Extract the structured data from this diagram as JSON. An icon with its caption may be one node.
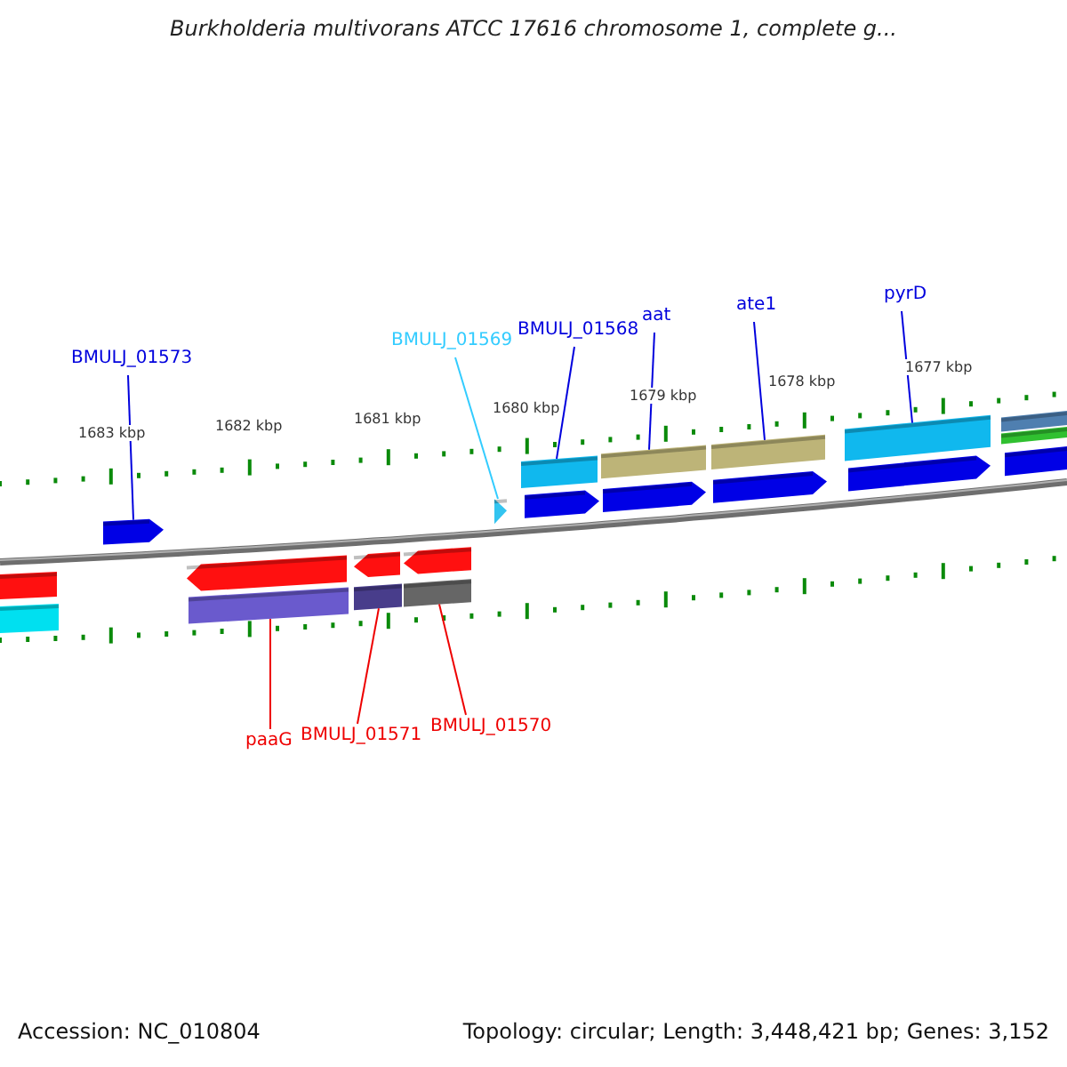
{
  "diagram": {
    "title": "Burkholderia multivorans ATCC 17616 chromosome 1, complete g...",
    "nodes": [
      {
        "text": [
          "BMULJ_01573"
        ]
      },
      {
        "text": [
          "BMULJ_01569"
        ]
      },
      {
        "text": [
          "BMULJ_01568"
        ]
      },
      {
        "text": [
          "aat"
        ]
      },
      {
        "text": [
          "ate1"
        ]
      },
      {
        "text": [
          "pyrD"
        ]
      },
      {
        "text": [
          "paaG"
        ]
      },
      {
        "text": [
          "BMULJ_01571"
        ]
      },
      {
        "text": [
          "BMULJ_01570"
        ]
      },
      {
        "text": [],
        "shape": "arrow"
      },
      {
        "text": [],
        "shape": "triangle"
      },
      {
        "text": [],
        "shape": "bar"
      },
      {
        "text": [],
        "shape": "bar"
      },
      {
        "text": [],
        "shape": "bar"
      },
      {
        "text": [],
        "shape": "bar"
      },
      {
        "text": [],
        "shape": "bar"
      },
      {
        "text": [],
        "shape": "bar"
      },
      {
        "text": [],
        "shape": "bar"
      },
      {
        "text": [],
        "shape": "bar"
      },
      {
        "text": [],
        "shape": "bar"
      },
      {
        "text": [],
        "shape": "arrow"
      },
      {
        "text": [],
        "shape": "arrow"
      },
      {
        "text": [],
        "shape": "arrow"
      },
      {
        "text": [],
        "shape": "arrow"
      },
      {
        "text": [],
        "shape": "arrow"
      },
      {
        "text": [],
        "shape": "bar"
      },
      {
        "text": [],
        "shape": "bar"
      },
      {
        "text": [],
        "shape": "arrow"
      },
      {
        "text": [],
        "shape": "arrow"
      },
      {
        "text": [],
        "shape": "arrow"
      }
    ],
    "edges": [
      {
        "from": 0,
        "to": 9,
        "arrow": "none"
      },
      {
        "from": 1,
        "to": 10,
        "arrow": "none",
        "color": "#33ccff"
      },
      {
        "from": 2,
        "to": 11,
        "arrow": "none"
      },
      {
        "from": 3,
        "to": 12,
        "arrow": "none"
      },
      {
        "from": 4,
        "to": 13,
        "arrow": "none"
      },
      {
        "from": 5,
        "to": 14,
        "arrow": "none"
      },
      {
        "from": 6,
        "to": 15,
        "arrow": "none",
        "color": "#ee0000"
      },
      {
        "from": 7,
        "to": 16,
        "arrow": "none",
        "color": "#ee0000"
      },
      {
        "from": 8,
        "to": 17,
        "arrow": "none",
        "color": "#ee0000"
      }
    ],
    "labels": [
      "1683 kbp",
      "1682 kbp",
      "1681 kbp",
      "1680 kbp",
      "1679 kbp",
      "1678 kbp",
      "1677 kbp",
      "Accession: NC_010804",
      "Topology: circular; Length: 3,448,421 bp; Genes: 3,152"
    ]
  }
}
